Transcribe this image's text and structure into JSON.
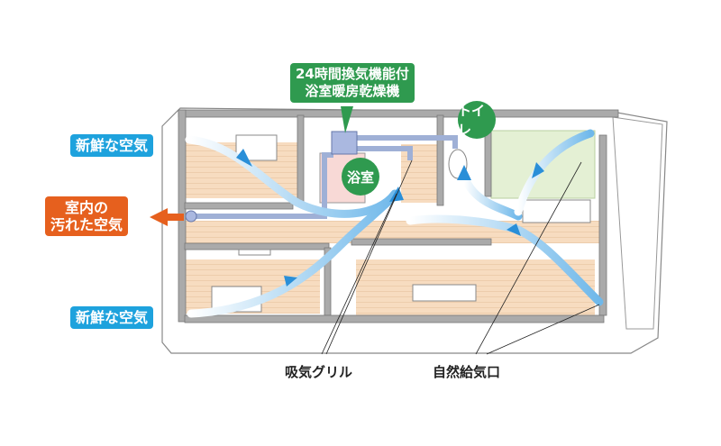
{
  "labels": {
    "unit_title_line1": "24時間換気機能付",
    "unit_title_line2": "浴室暖房乾燥機",
    "fresh_air_top": "新鮮な空気",
    "fresh_air_bottom": "新鮮な空気",
    "dirty_air_line1": "室内の",
    "dirty_air_line2": "汚れた空気",
    "bathroom": "浴室",
    "toilet": "トイレ",
    "intake_grille": "吸気グリル",
    "natural_inlet": "自然給気口"
  },
  "colors": {
    "fresh_air": "#1ea2dd",
    "dirty_air": "#e6601e",
    "unit": "#2f9a4f",
    "floor": "#f7dcc0",
    "airflow": "#8cc8ee"
  }
}
